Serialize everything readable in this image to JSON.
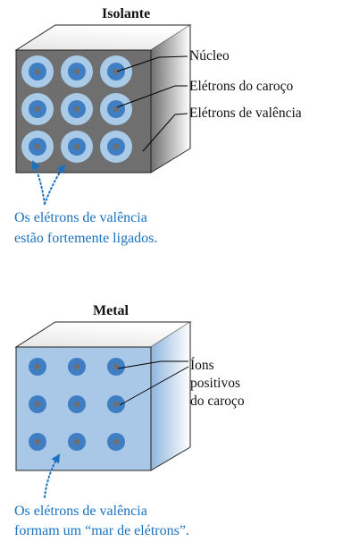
{
  "insulator": {
    "title": "Isolante",
    "labels": {
      "nucleus": "Núcleo",
      "core_electrons": "Elétrons do caroço",
      "valence_electrons": "Elétrons de valência"
    },
    "caption": [
      "Os elétrons de valência",
      "estão fortemente ligados."
    ],
    "colors": {
      "front": "#6f6f6f",
      "valence": "#a9cbe8",
      "core": "#3f7ec3",
      "nucleus": "#6f6f6f"
    }
  },
  "metal": {
    "title": "Metal",
    "label": [
      "Íons",
      "positivos",
      "do caroço"
    ],
    "caption": [
      "Os elétrons de valência",
      "formam um “mar de elétrons”."
    ],
    "colors": {
      "front": "#a9c7e6",
      "core": "#3f7ec3",
      "nucleus": "#6f6f6f"
    }
  },
  "colors": {
    "caption": "#1a72c0",
    "arrow": "#1a72c0",
    "leader": "#000000"
  }
}
